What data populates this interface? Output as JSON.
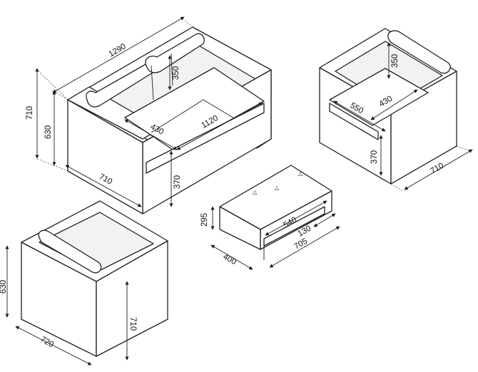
{
  "sofa": {
    "width": "1290",
    "backrest_height": "350",
    "height": "710",
    "arm_height": "630",
    "seat_depth": "430",
    "seat_width": "1120",
    "depth": "710",
    "seat_height": "370"
  },
  "armchair_right": {
    "backrest_height": "350",
    "seat_depth": "430",
    "seat_width": "550",
    "seat_height": "370",
    "depth": "710"
  },
  "coffee_table": {
    "height": "295",
    "depth": "400",
    "shelf_width": "540",
    "shelf_height": "130",
    "width": "705"
  },
  "armchair_left": {
    "arm_height": "630",
    "width": "720",
    "depth": "710"
  }
}
